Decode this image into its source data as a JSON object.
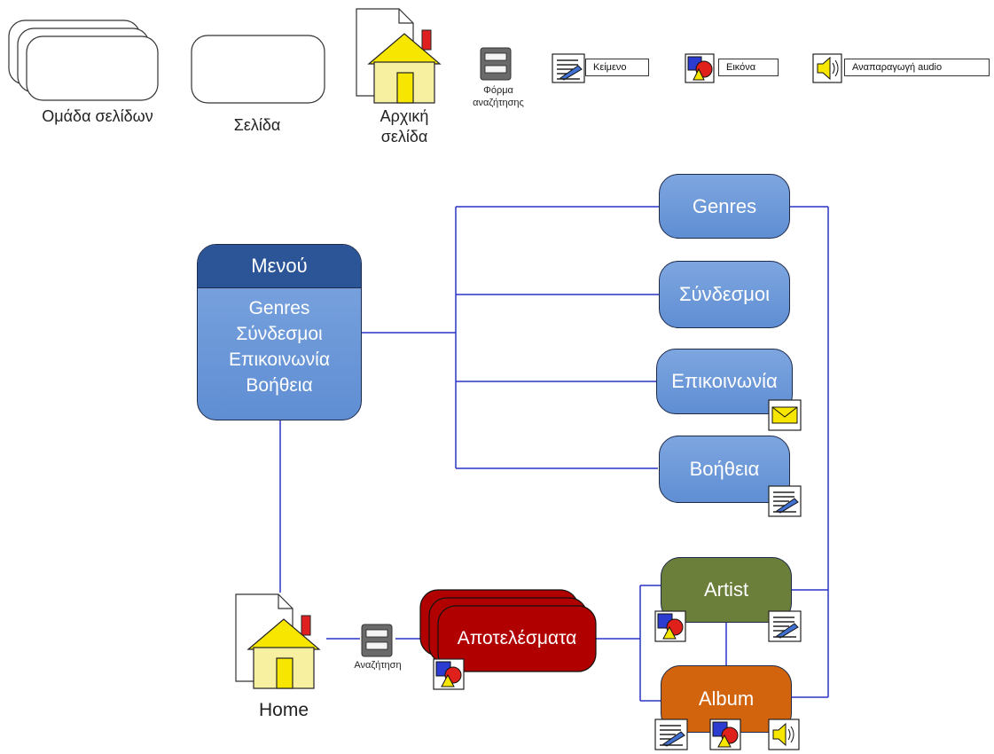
{
  "legend": {
    "page_group": "Ομάδα σελίδων",
    "page": "Σελίδα",
    "home_page": "Αρχική σελίδα",
    "search_form": "Φόρμα αναζήτησης",
    "text": "Κείμενο",
    "image": "Εικόνα",
    "audio": "Αναπαραγωγή audio"
  },
  "menu": {
    "title": "Μενού",
    "items": [
      "Genres",
      "Σύνδεσμοι",
      "Επικοινωνία",
      "Βοήθεια"
    ]
  },
  "nodes": {
    "genres": "Genres",
    "links": "Σύνδεσμοι",
    "contact": "Επικοινωνία",
    "help": "Βοήθεια",
    "artist": "Artist",
    "album": "Album",
    "results": "Αποτελέσματα",
    "home": "Home",
    "search": "Αναζήτηση"
  },
  "colors": {
    "connector": "#2a34c8",
    "blue_node": "#6f9ad9",
    "menu_header": "#2c5597",
    "artist": "#6b7f3a",
    "album": "#d2640e",
    "results": "#b00000"
  },
  "icons": [
    "page-group-icon",
    "page-icon",
    "home-icon",
    "search-form-icon",
    "text-icon",
    "image-icon",
    "audio-icon",
    "envelope-icon"
  ]
}
